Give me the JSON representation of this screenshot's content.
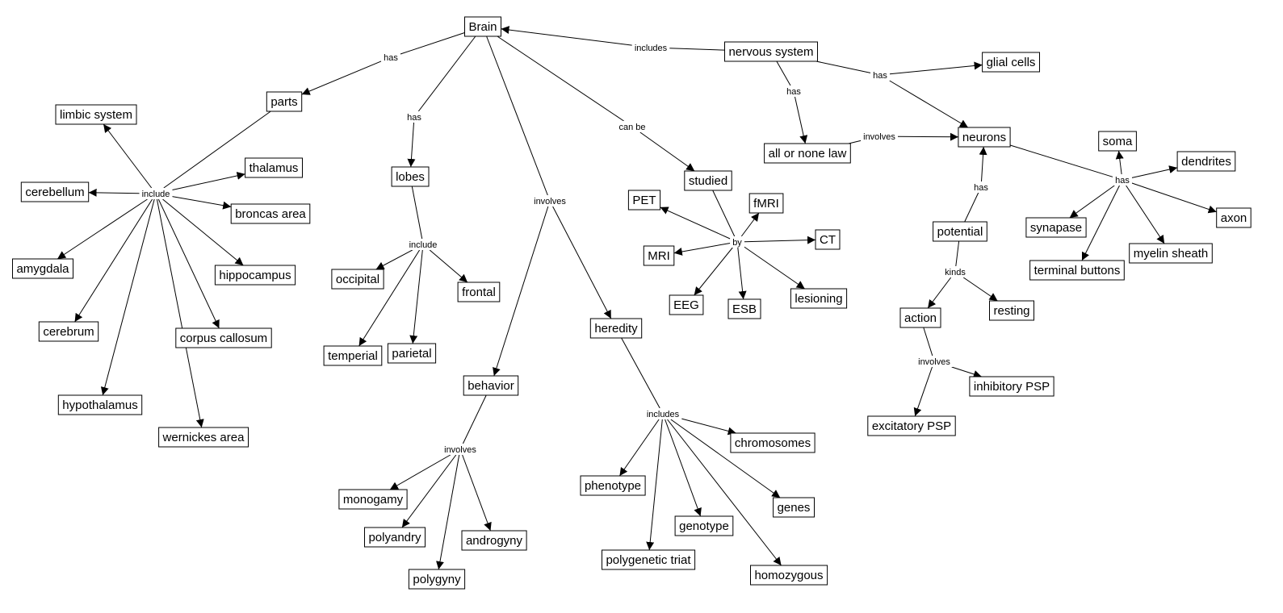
{
  "concepts": {
    "brain": "Brain",
    "nervous_system": "nervous system",
    "glial_cells": "glial cells",
    "parts": "parts",
    "limbic_system": "limbic system",
    "cerebellum": "cerebellum",
    "thalamus": "thalamus",
    "broncas_area": "broncas area",
    "amygdala": "amygdala",
    "hippocampus": "hippocampus",
    "cerebrum": "cerebrum",
    "corpus_callosum": "corpus callosum",
    "hypothalamus": "hypothalamus",
    "wernickes_area": "wernickes area",
    "lobes": "lobes",
    "occipital": "occipital",
    "frontal": "frontal",
    "temperial": "temperial",
    "parietal": "parietal",
    "behavior": "behavior",
    "monogamy": "monogamy",
    "polyandry": "polyandry",
    "androgyny": "androgyny",
    "polygyny": "polygyny",
    "heredity": "heredity",
    "chromosomes": "chromosomes",
    "phenotype": "phenotype",
    "genes": "genes",
    "genotype": "genotype",
    "polygenetic_triat": "polygenetic triat",
    "homozygous": "homozygous",
    "studied": "studied",
    "pet": "PET",
    "fmri": "fMRI",
    "ct": "CT",
    "mri": "MRI",
    "eeg": "EEG",
    "esb": "ESB",
    "lesioning": "lesioning",
    "all_or_none_law": "all or none law",
    "neurons": "neurons",
    "potential": "potential",
    "action": "action",
    "resting": "resting",
    "inhibitory_psp": "inhibitory PSP",
    "excitatory_psp": "excitatory PSP",
    "soma": "soma",
    "dendrites": "dendrites",
    "synapase": "synapase",
    "axon": "axon",
    "terminal_buttons": "terminal buttons",
    "myelin_sheath": "myelin sheath"
  },
  "linking_phrases": {
    "brain_has_parts": "has",
    "parts_include": "include",
    "brain_has_lobes": "has",
    "lobes_include": "include",
    "brain_involves": "involves",
    "behavior_involves": "involves",
    "heredity_includes": "includes",
    "brain_can_be": "can be",
    "studied_by": "by",
    "ns_includes": "includes",
    "ns_has_law": "has",
    "ns_has_cells": "has",
    "law_involves": "involves",
    "potential_has": "has",
    "potential_kinds": "kinds",
    "action_involves": "involves",
    "neurons_has": "has"
  }
}
